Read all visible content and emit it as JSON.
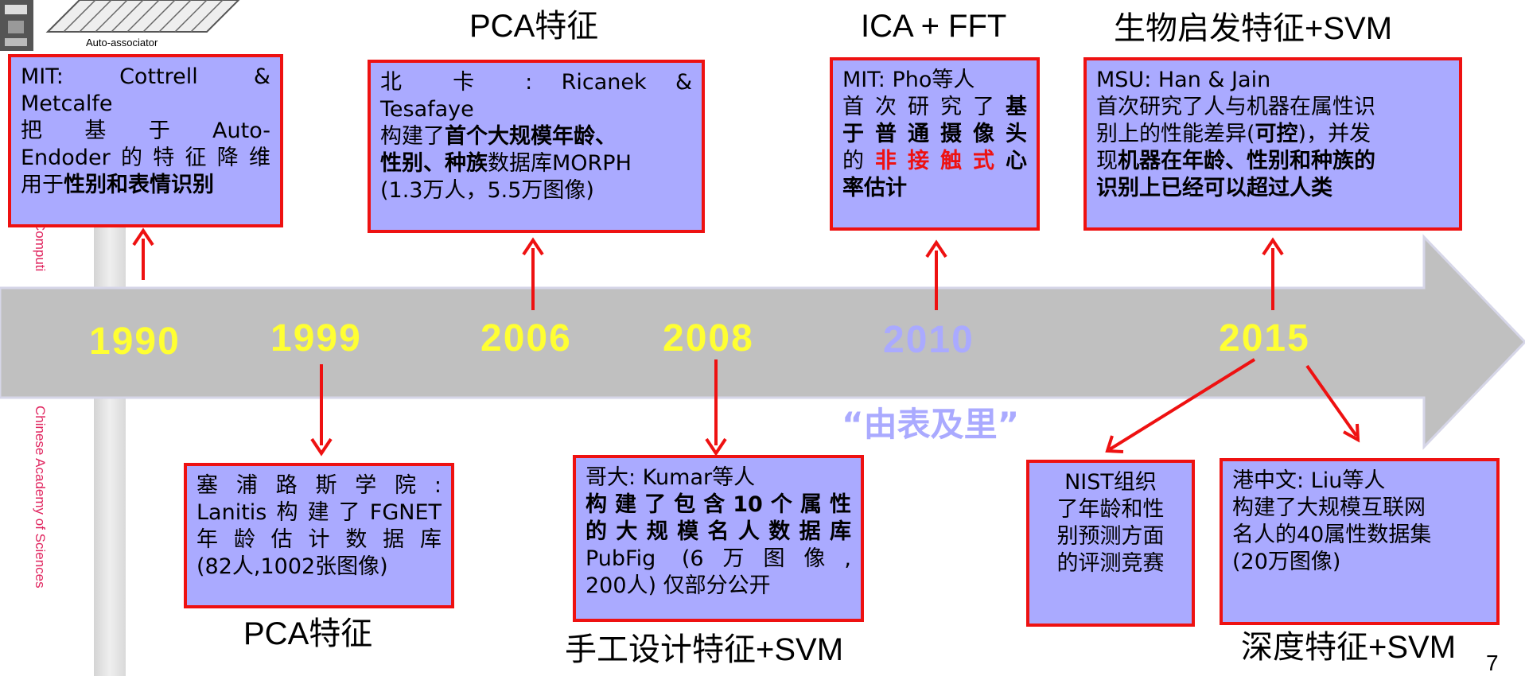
{
  "side_labels": {
    "upper": "Computi",
    "lower": "Chinese Academy of Sciences"
  },
  "logo": {
    "caption": "Auto-associator"
  },
  "headings": {
    "top_2006": "PCA特征",
    "top_2010": "ICA + FFT",
    "top_2015": "生物启发特征+SVM",
    "bottom_1999": "PCA特征",
    "bottom_2008": "手工设计特征+SVM",
    "bottom_2015": "深度特征+SVM"
  },
  "years": {
    "y1990": "1990",
    "y1999": "1999",
    "y2006": "2006",
    "y2008": "2008",
    "y2010": "2010",
    "y2015": "2015"
  },
  "slogan": "“由表及里”",
  "page_number": "7",
  "boxes": {
    "b1990": {
      "l1": "MIT:  Cottrell  &",
      "l2": "Metcalfe",
      "l3": "把 基 于 Auto-",
      "l4": "Endoder的特征降维",
      "l5a": "用于",
      "l5b": "性别和表情识别"
    },
    "b2006": {
      "l1": "北 卡 : Ricanek &",
      "l2": "Tesafaye",
      "l3a": "构建了",
      "l3b": "首个大规模年龄、",
      "l4a": "性别、种族",
      "l4b": "数据库MORPH",
      "l5": "(1.3万人，5.5万图像)"
    },
    "b2010": {
      "l1": "MIT: Pho等人",
      "l2a": "首次研究了",
      "l2b": "基",
      "l3": "于普通摄像头",
      "l4a": "的",
      "l4b": "非接触式",
      "l4c": "心",
      "l5": "率估计"
    },
    "b2015top": {
      "l1": "MSU: Han & Jain",
      "l2": "首次研究了人与机器在属性识",
      "l3a": "别上的性能差异(",
      "l3b": "可控",
      "l3c": ")，并发",
      "l4a": "现",
      "l4b": "机器在年龄、性别和种族的",
      "l5": "识别上已经可以超过人类"
    },
    "b1999": {
      "l1": "塞浦路斯学院:",
      "l2": "Lanitis构建了FGNET",
      "l3": "年龄估计数据库",
      "l4": "(82人,1002张图像)"
    },
    "b2008": {
      "l1": "哥大: Kumar等人",
      "l2": "构建了包含10个属性",
      "l3": "的大规模名人数据库",
      "l4": "PubFig (6万图像,",
      "l5": "200人) 仅部分公开"
    },
    "bnist": {
      "l1": "NIST组织",
      "l2": "了年龄和性",
      "l3": "别预测方面",
      "l4": "的评测竞赛"
    },
    "bcuhk": {
      "l1": "港中文: Liu等人",
      "l2": "构建了大规模互联网",
      "l3": "名人的40属性数据集",
      "l4": "(20万图像)"
    }
  },
  "colors": {
    "box_fill": "#aaaaff",
    "box_border": "#ee1111",
    "year_text": "#ffff33",
    "year_text_2010": "#aaaaff",
    "timeline_arrow": "#c0c0c0",
    "connector": "#ee1111"
  }
}
